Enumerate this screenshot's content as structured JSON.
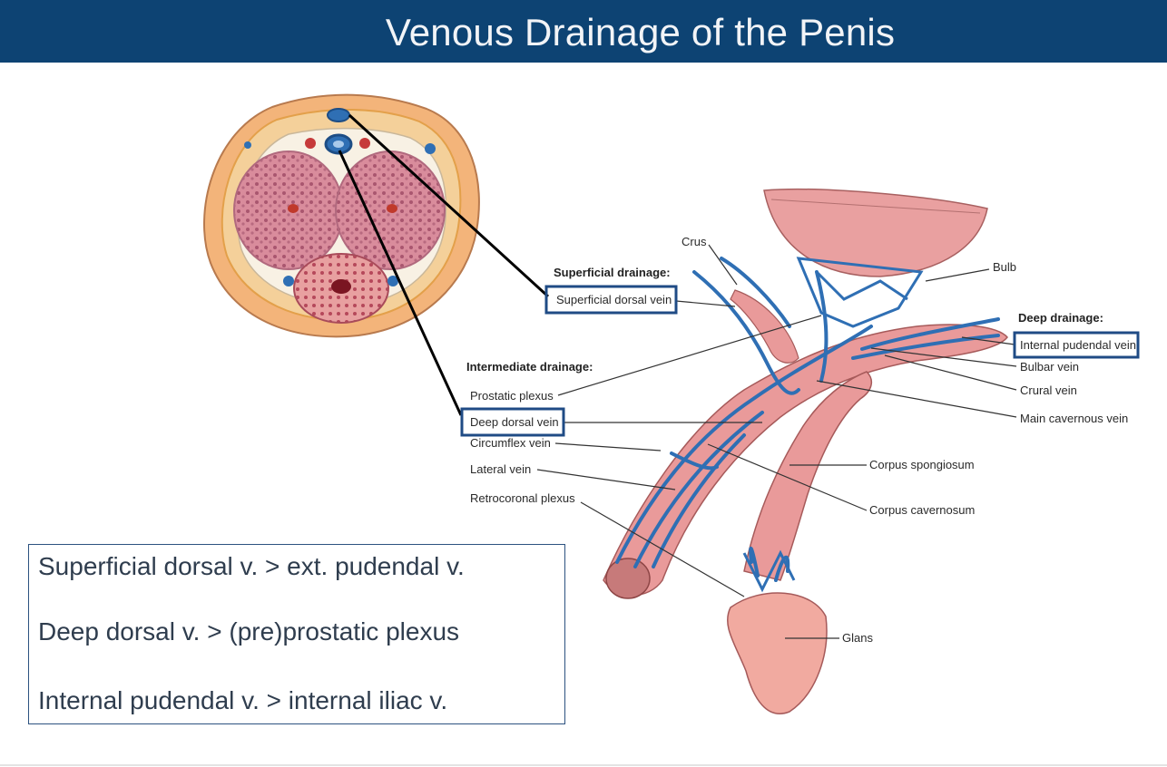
{
  "title": "Venous Drainage of the Penis",
  "labels": {
    "crus": "Crus",
    "bulb": "Bulb",
    "superficial_header": "Superficial drainage:",
    "superficial_dorsal_vein": "Superficial dorsal vein",
    "deep_header": "Deep drainage:",
    "internal_pudendal_vein": "Internal pudendal vein",
    "bulbar_vein": "Bulbar vein",
    "crural_vein": "Crural vein",
    "main_cavernous_vein": "Main cavernous vein",
    "intermediate_header": "Intermediate drainage:",
    "prostatic_plexus": "Prostatic plexus",
    "deep_dorsal_vein": "Deep dorsal vein",
    "circumflex_vein": "Circumflex vein",
    "lateral_vein": "Lateral vein",
    "retrocoronal_plexus": "Retrocoronal plexus",
    "corpus_spongiosum": "Corpus spongiosum",
    "corpus_cavernosum": "Corpus cavernosum",
    "glans": "Glans"
  },
  "summary": [
    "Superficial dorsal v. > ext. pudendal v.",
    "Deep dorsal v. > (pre)prostatic plexus",
    "Internal pudendal v. > internal iliac v."
  ],
  "colors": {
    "title_bar": "#0d4373",
    "vein_blue": "#2f6fb4",
    "tissue_pink": "#e99a9a",
    "highlight_box": "#1f4b85"
  }
}
